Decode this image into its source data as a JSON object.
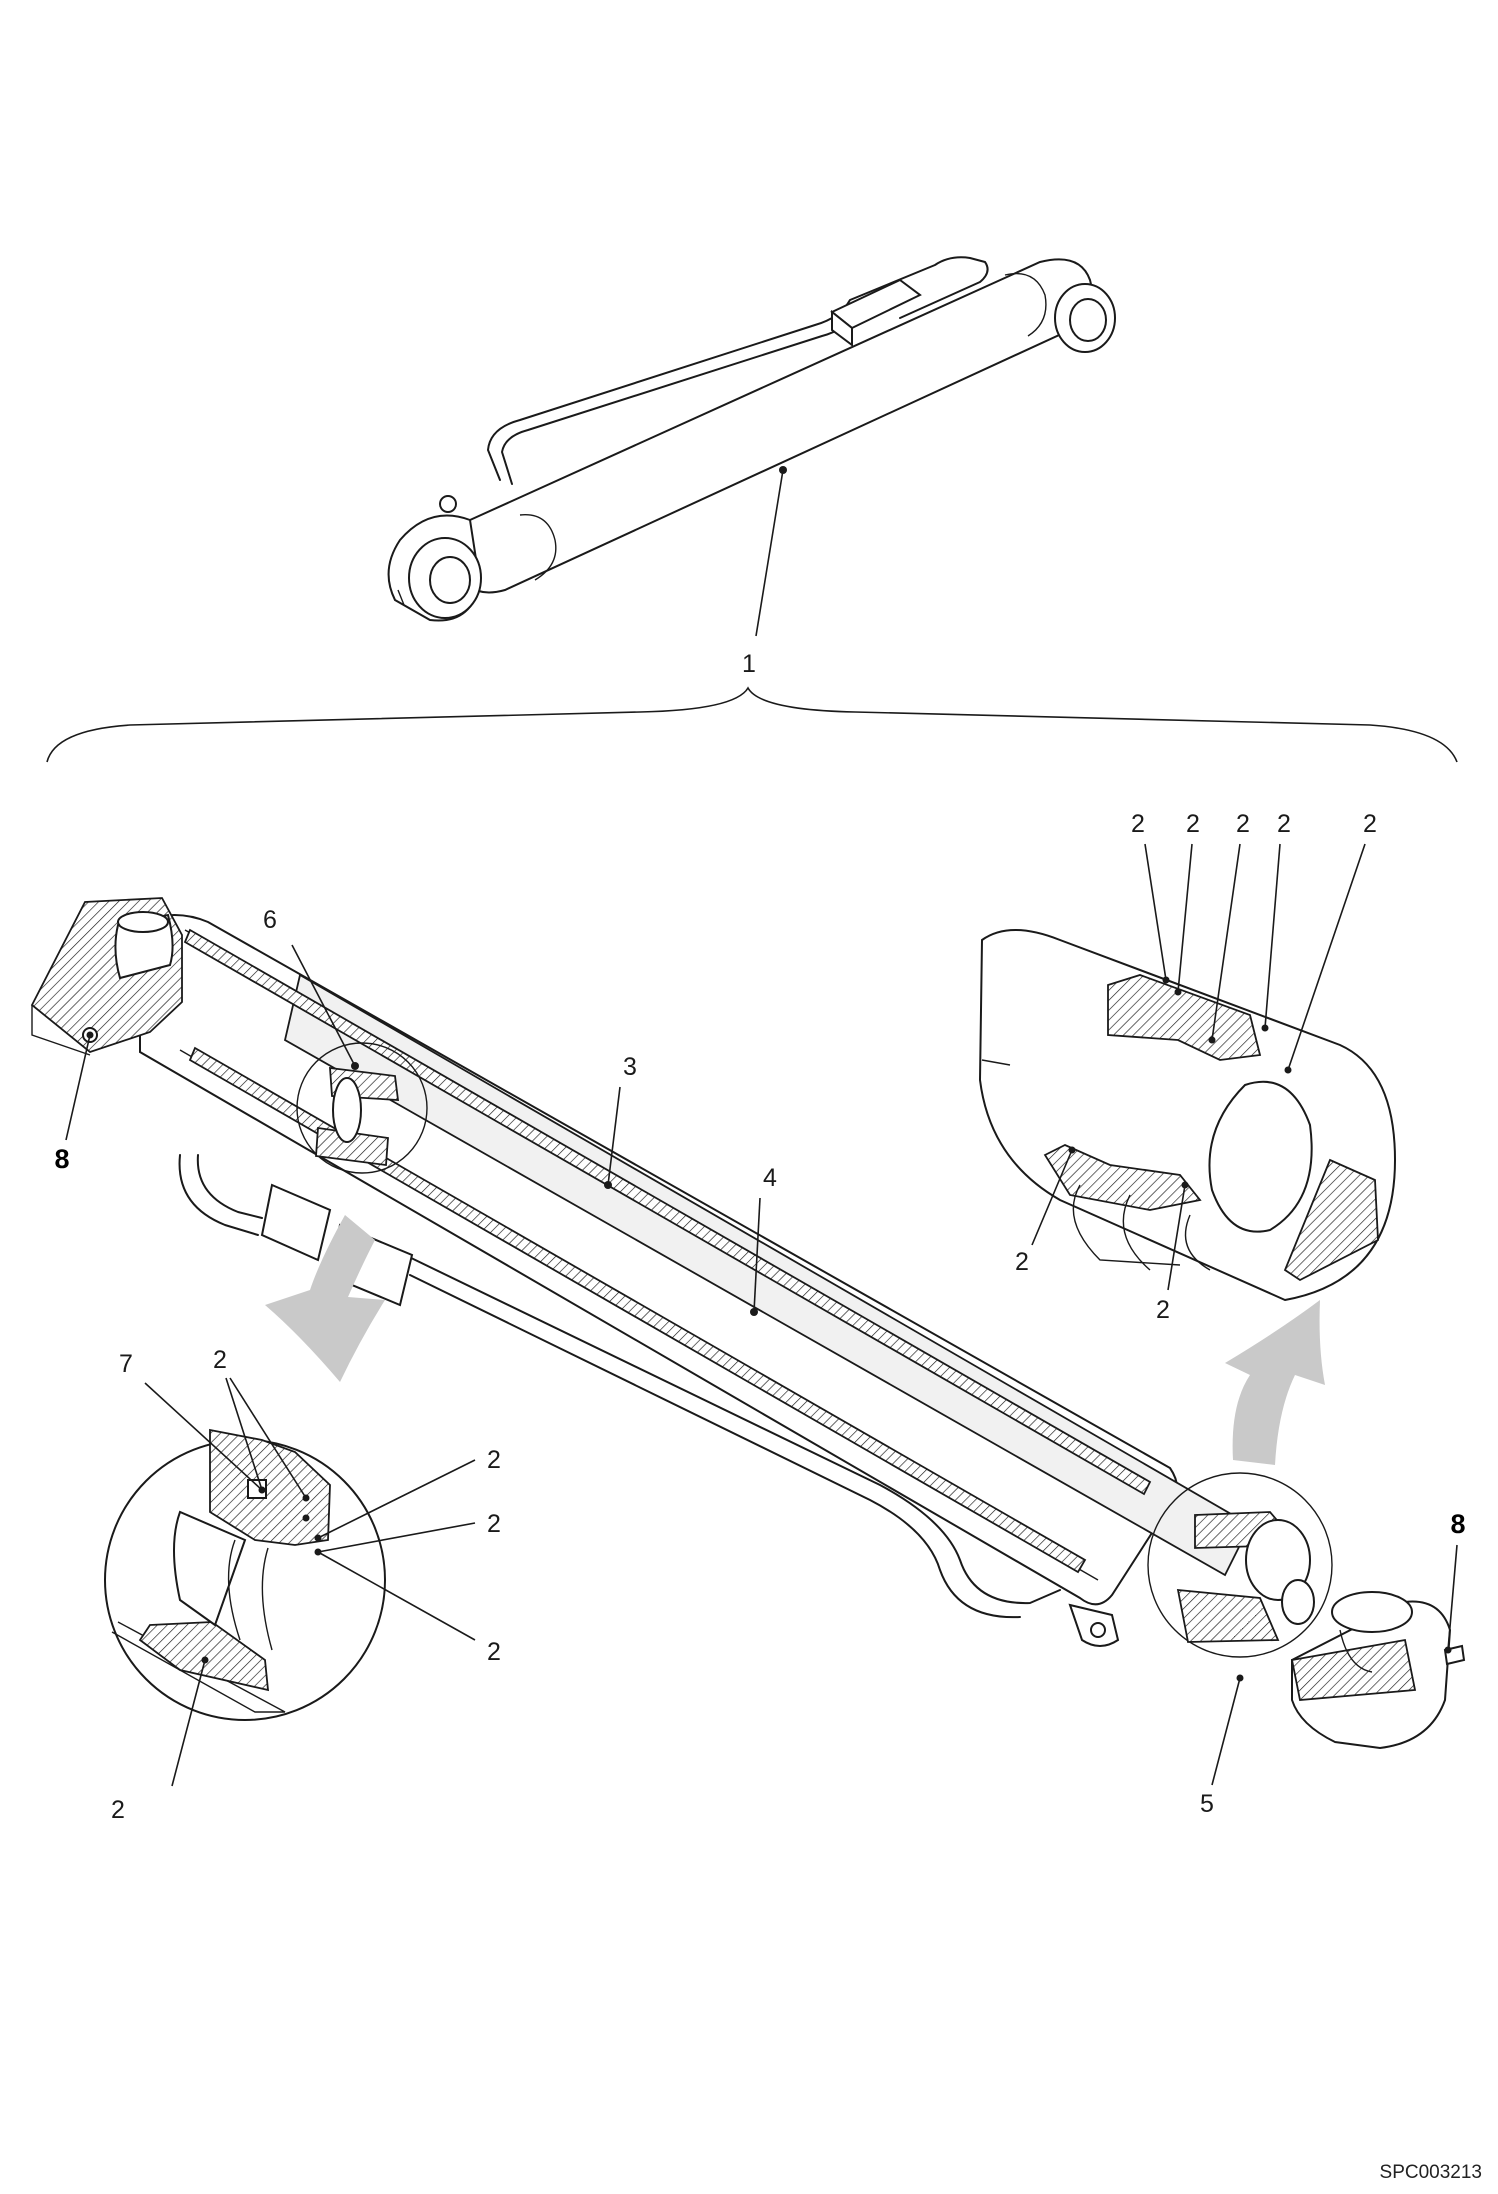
{
  "callouts": {
    "assembly": "1",
    "seal": "2",
    "cylinder_tube": "3",
    "piston_rod": "4",
    "cylinder_head": "5",
    "piston": "6",
    "lock_ring": "7",
    "grease_nipple": "8"
  },
  "document_code": "SPC003213"
}
